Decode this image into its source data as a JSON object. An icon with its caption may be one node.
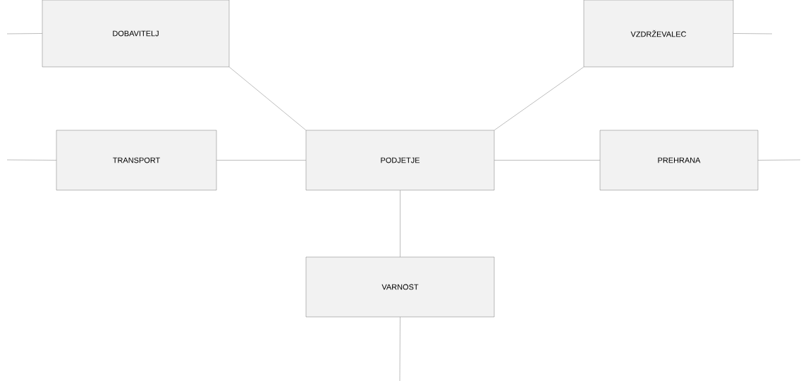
{
  "diagram": {
    "nodes": [
      {
        "text": [
          "DOBAVITELJ"
        ]
      },
      {
        "text": [
          "VZDRŽEVALEC"
        ]
      },
      {
        "text": [
          "TRANSPORT"
        ]
      },
      {
        "text": [
          "PODJETJE"
        ]
      },
      {
        "text": [
          "PREHRANA"
        ]
      },
      {
        "text": [
          "VARNOST"
        ]
      }
    ],
    "edges": [
      {
        "from": null,
        "to": 0,
        "arrow": "none"
      },
      {
        "from": 1,
        "to": null,
        "arrow": "none"
      },
      {
        "from": 0,
        "to": 3,
        "arrow": "none"
      },
      {
        "from": 1,
        "to": 3,
        "arrow": "none"
      },
      {
        "from": null,
        "to": 2,
        "arrow": "none"
      },
      {
        "from": 2,
        "to": 3,
        "arrow": "none"
      },
      {
        "from": 3,
        "to": 4,
        "arrow": "none"
      },
      {
        "from": 4,
        "to": null,
        "arrow": "none"
      },
      {
        "from": 3,
        "to": 5,
        "arrow": "none"
      },
      {
        "from": 5,
        "to": null,
        "arrow": "none"
      }
    ]
  }
}
